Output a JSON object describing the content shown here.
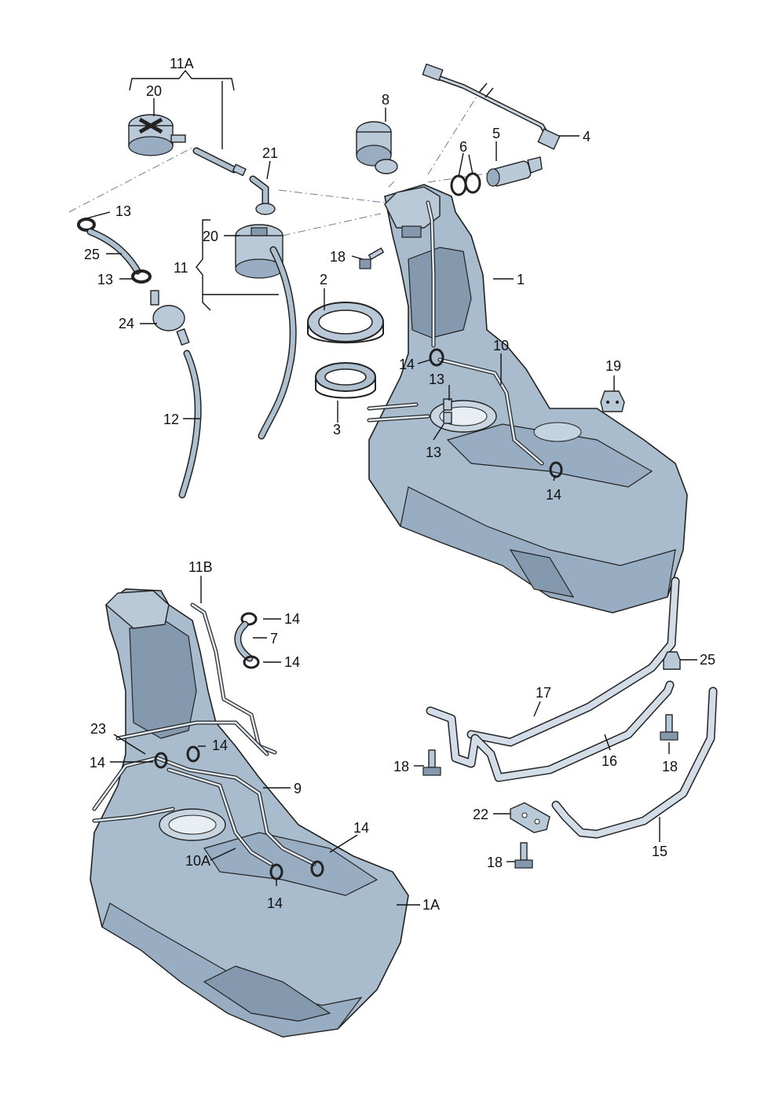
{
  "diagram": {
    "labels": {
      "l11a": "11A",
      "l20a": "20",
      "l13a": "13",
      "l25a": "25",
      "l13b": "13",
      "l24": "24",
      "l12": "12",
      "l21": "21",
      "l20b": "20",
      "l11": "11",
      "l8": "8",
      "l18a": "18",
      "l2": "2",
      "l3": "3",
      "l4": "4",
      "l5": "5",
      "l6": "6",
      "l1": "1",
      "l10": "10",
      "l14a": "14",
      "l13c": "13",
      "l13d": "13",
      "l14b": "14",
      "l19": "19",
      "l11b": "11B",
      "l14c": "14",
      "l7": "7",
      "l14d": "14",
      "l23": "23",
      "l14e": "14",
      "l14f": "14",
      "l9": "9",
      "l14g": "14",
      "l10a": "10A",
      "l14h": "14",
      "l1a": "1A",
      "l25b": "25",
      "l17": "17",
      "l16": "16",
      "l18b": "18",
      "l18c": "18",
      "l22": "22",
      "l18d": "18",
      "l15": "15"
    },
    "colors": {
      "tank": "#a9bccd",
      "line": "#111111",
      "dash": "#6a7f9a"
    }
  }
}
